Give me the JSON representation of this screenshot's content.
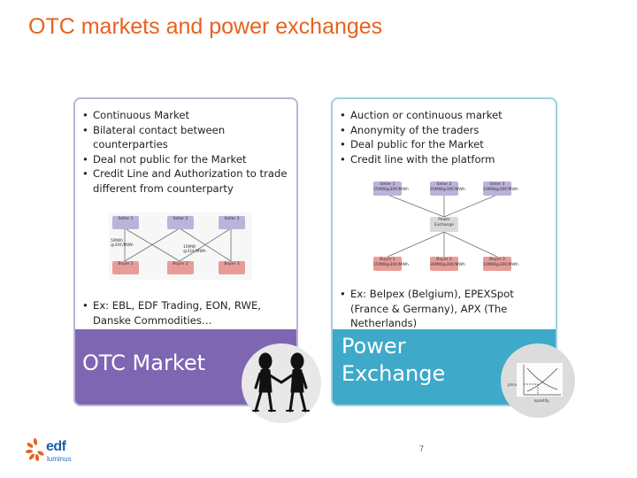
{
  "slide": {
    "title": "OTC markets and power exchanges",
    "page_number": "7"
  },
  "otc": {
    "bullets_top": [
      "Continuous Market",
      "Bilateral contact between counterparties",
      "Deal not public for the Market",
      "Credit Line and Authorization to trade different from counterparty"
    ],
    "bullets_bottom": [
      "Ex: EBL, EDF Trading, EON, RWE, Danske Commodities…"
    ],
    "diagram": {
      "sellers": [
        "Seller 1",
        "Seller 2",
        "Seller 3"
      ],
      "buyers": [
        "Buyer 1",
        "Buyer 2",
        "Buyer 3"
      ],
      "deal_labels": [
        "5MWh @30€/MWh",
        "10MW @31€/MWh"
      ]
    },
    "band_label": "OTC Market",
    "band_color": "#7f66b3"
  },
  "exchange": {
    "bullets_top": [
      "Auction or continuous market",
      "Anonymity of the traders",
      "Deal public for the Market",
      "Credit line with the platform"
    ],
    "bullets_bottom": [
      "Ex: Belpex (Belgium), EPEXSpot (France & Germany), APX (The Netherlands)"
    ],
    "diagram": {
      "sellers": [
        "Seller 1",
        "Seller 2",
        "Seller 3"
      ],
      "seller_notes": [
        "25MW@30€/MWh",
        "20MW@30€/MWh",
        "10MW@30€/MWh"
      ],
      "exchange": "Power Exchange",
      "buyers": [
        "Buyer 1",
        "Buyer 2",
        "Buyer 3"
      ],
      "buyer_notes": [
        "15MW@30€/MWh",
        "30MW@30€/MWh",
        "10MW@30€/MWh"
      ]
    },
    "band_line1": "Power",
    "band_line2": "Exchange",
    "band_color": "#3ea9c9",
    "graph_labels": {
      "y": "price",
      "x": "quantity"
    }
  },
  "logo": {
    "name": "edf",
    "sub": "luminus",
    "brand_color": "#e8611e",
    "sub_color": "#2a6fb5"
  }
}
